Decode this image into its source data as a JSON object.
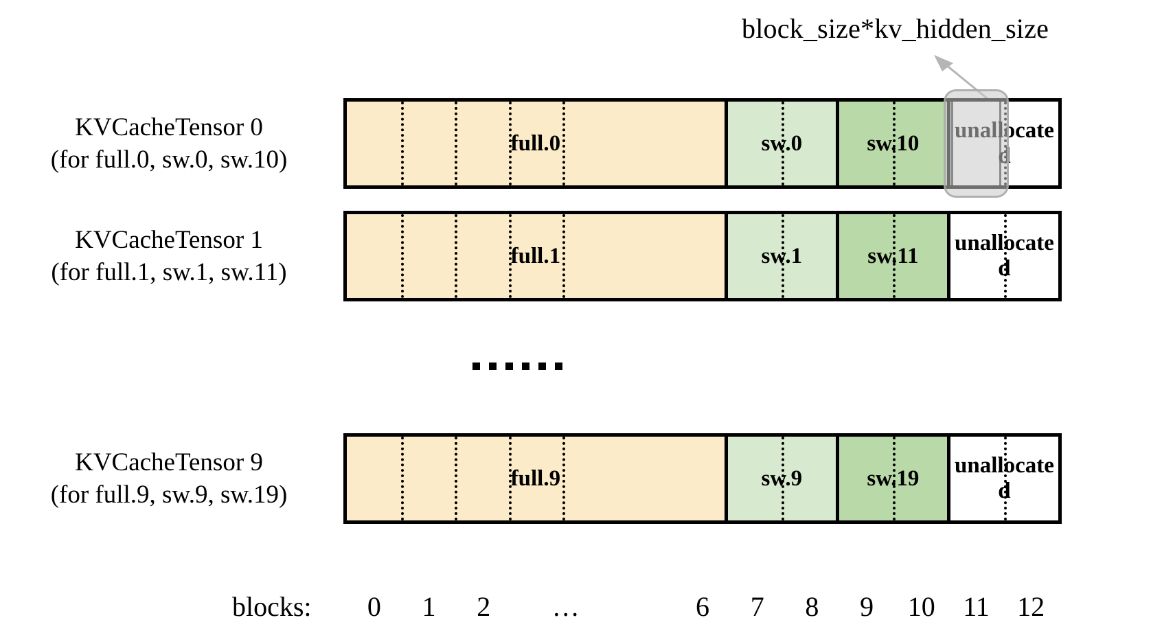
{
  "annotation": {
    "label": "block_size*kv_hidden_size",
    "arrow_icon": "arrow-up-left-icon",
    "points_to_block": 11
  },
  "highlight": {
    "block_index": 11,
    "row_index": 0,
    "color": "#C8C8C8"
  },
  "colors": {
    "full": "#FCEBC8",
    "sw_light": "#D7E9CE",
    "sw_mid": "#B9D9A9",
    "unallocated": "#FFFFFF",
    "border": "#000000",
    "highlight": "#C8C8C8"
  },
  "rows": [
    {
      "title": "KVCacheTensor 0",
      "subtitle": "(for full.0, sw.0, sw.10)",
      "segments": [
        {
          "label": "full.0",
          "style": "full",
          "blocks": 7,
          "dividers": 4
        },
        {
          "label": "sw.0",
          "style": "sw-light",
          "blocks": 2,
          "dividers": 1
        },
        {
          "label": "sw.10",
          "style": "sw-mid",
          "blocks": 2,
          "dividers": 1
        },
        {
          "label": "unallocated",
          "style": "unalloc",
          "blocks": 2,
          "dividers": 1
        }
      ]
    },
    {
      "title": "KVCacheTensor 1",
      "subtitle": "(for full.1, sw.1, sw.11)",
      "segments": [
        {
          "label": "full.1",
          "style": "full",
          "blocks": 7,
          "dividers": 4
        },
        {
          "label": "sw.1",
          "style": "sw-light",
          "blocks": 2,
          "dividers": 1
        },
        {
          "label": "sw.11",
          "style": "sw-mid",
          "blocks": 2,
          "dividers": 1
        },
        {
          "label": "unallocated",
          "style": "unalloc",
          "blocks": 2,
          "dividers": 1
        }
      ]
    },
    {
      "title": "KVCacheTensor 9",
      "subtitle": "(for full.9, sw.9, sw.19)",
      "segments": [
        {
          "label": "full.9",
          "style": "full",
          "blocks": 7,
          "dividers": 4
        },
        {
          "label": "sw.9",
          "style": "sw-light",
          "blocks": 2,
          "dividers": 1
        },
        {
          "label": "sw.19",
          "style": "sw-mid",
          "blocks": 2,
          "dividers": 1
        },
        {
          "label": "unallocated",
          "style": "unalloc",
          "blocks": 2,
          "dividers": 1
        }
      ]
    }
  ],
  "ellipsis": {
    "dots": 6,
    "text": "……"
  },
  "axis": {
    "label": "blocks:",
    "ticks": [
      "0",
      "1",
      "2",
      "…",
      "6",
      "7",
      "8",
      "9",
      "10",
      "11",
      "12"
    ],
    "tick_block_positions": [
      0,
      1,
      2,
      3.5,
      6,
      7,
      8,
      9,
      10,
      11,
      12
    ],
    "total_blocks": 13
  }
}
